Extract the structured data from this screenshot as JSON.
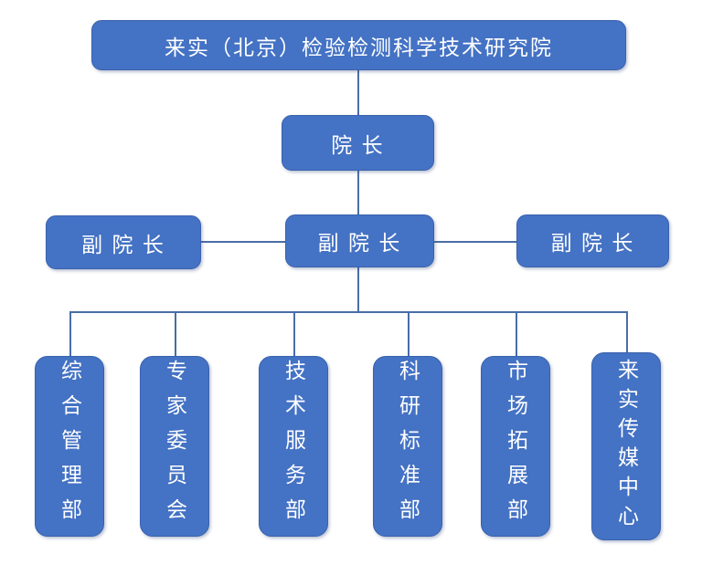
{
  "colors": {
    "box_fill": "#4472C4",
    "box_border": "#3A62AD",
    "connector": "#4A6DA6",
    "text": "#FFFFFF",
    "background": "#FFFFFF"
  },
  "chart": {
    "type": "org-chart",
    "root": {
      "label": "来实（北京）检验检测科学技术研究院"
    },
    "director": {
      "label": "院 长"
    },
    "deputies": [
      {
        "label": "副 院 长"
      },
      {
        "label": "副 院 长"
      },
      {
        "label": "副 院 长"
      }
    ],
    "departments": [
      {
        "label": "综合管理部"
      },
      {
        "label": "专家委员会"
      },
      {
        "label": "技术服务部"
      },
      {
        "label": "科研标准部"
      },
      {
        "label": "市场拓展部"
      },
      {
        "label": "来实传媒中心"
      }
    ]
  }
}
